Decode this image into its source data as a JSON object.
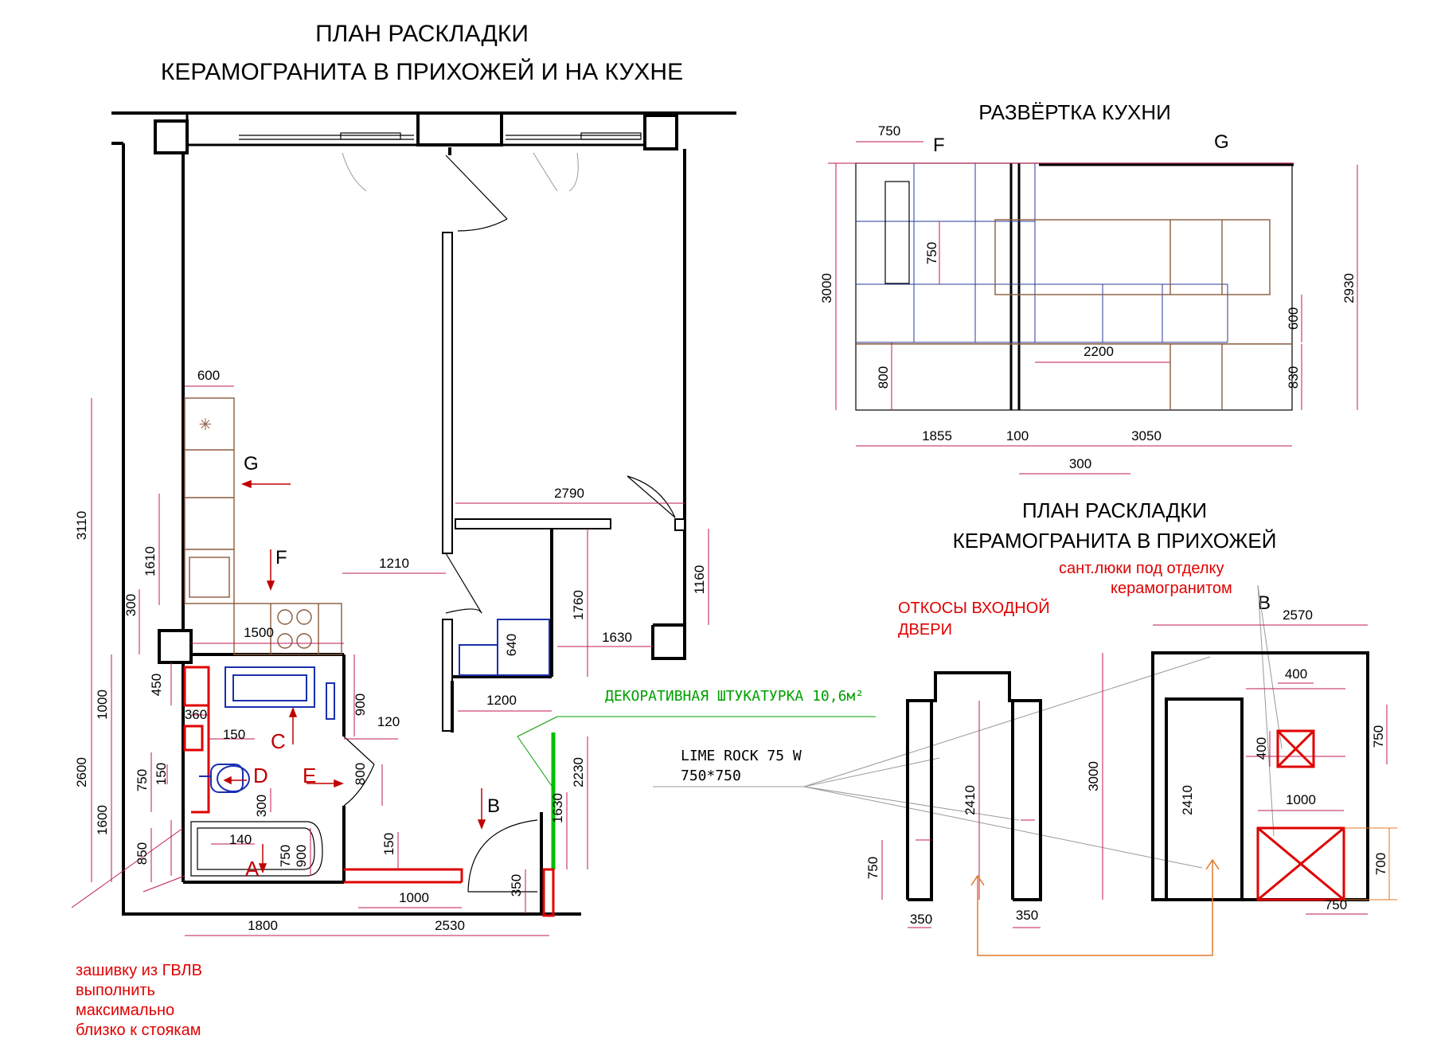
{
  "titles": {
    "main_line1": "ПЛАН  РАСКЛАДКИ",
    "main_line2": "КЕРАМОГРАНИТА  В ПРИХОЖЕЙ И НА КУХНЕ",
    "kitchen_elev": "РАЗВЁРТКА КУХНИ",
    "hall_line1": "ПЛАН  РАСКЛАДКИ",
    "hall_line2": "КЕРАМОГРАНИТА В ПРИХОЖЕЙ"
  },
  "labels": {
    "A": "A",
    "B": "B",
    "C": "C",
    "D": "D",
    "E": "E",
    "F": "F",
    "G": "G"
  },
  "plan_dims": {
    "d600": "600",
    "d3110": "3110",
    "d1610": "1610",
    "d300": "300",
    "d1210": "1210",
    "d1500": "1500",
    "d2790": "2790",
    "d1760": "1760",
    "d1160": "1160",
    "d1630a": "1630",
    "d640": "640",
    "d1200": "1200",
    "d450": "450",
    "d1000a": "1000",
    "d360": "360",
    "d150a": "150",
    "d900a": "900",
    "d120": "120",
    "d2600": "2600",
    "d750a": "750",
    "d150b": "150",
    "d800": "800",
    "d300b": "300",
    "d1600": "1600",
    "d2230": "2230",
    "d1630b": "1630",
    "d140": "140",
    "d750b": "750",
    "d900b": "900",
    "d150c": "150",
    "d850": "850",
    "d1000b": "1000",
    "d350": "350",
    "d1800": "1800",
    "d2530": "2530"
  },
  "kitchen_dims": {
    "d750a": "750",
    "d750b": "750",
    "d3000": "3000",
    "d2930": "2930",
    "d600": "600",
    "d800": "800",
    "d2200": "2200",
    "d830": "830",
    "d1855": "1855",
    "d100": "100",
    "d3050": "3050",
    "d300": "300"
  },
  "hall_dims": {
    "d2570": "2570",
    "d400a": "400",
    "d750a": "750",
    "d400b": "400",
    "d3000": "3000",
    "d2410a": "2410",
    "d1000": "1000",
    "d700": "700",
    "d750b": "750",
    "d2410b": "2410",
    "d750c": "750",
    "d350a": "350",
    "d350b": "350"
  },
  "notes": {
    "decor_plaster": "ДЕКОРАТИВНАЯ ШТУКАТУРКА 10,6м²",
    "tile_name": "LIME ROCK 75 W",
    "tile_size": "750*750",
    "door_slopes_1": "ОТКОСЫ  ВХОДНОЙ",
    "door_slopes_2": "ДВЕРИ",
    "hatches_1": "сант.люки под отделку",
    "hatches_2": "керамогранитом",
    "gvlv_1": "зашивку из ГВЛВ",
    "gvlv_2": "выполнить",
    "gvlv_3": "максимально",
    "gvlv_4": "близко к стоякам"
  },
  "colors": {
    "dimension": "#c0185a",
    "annotation_red": "#e00000",
    "plumbing_blue": "#1a2fb0",
    "furniture_brown": "#8b5a3c",
    "plaster_green": "#00a000",
    "leader_orange": "#e07a2a"
  },
  "icons": {
    "arrow": "direction-arrow-icon"
  }
}
